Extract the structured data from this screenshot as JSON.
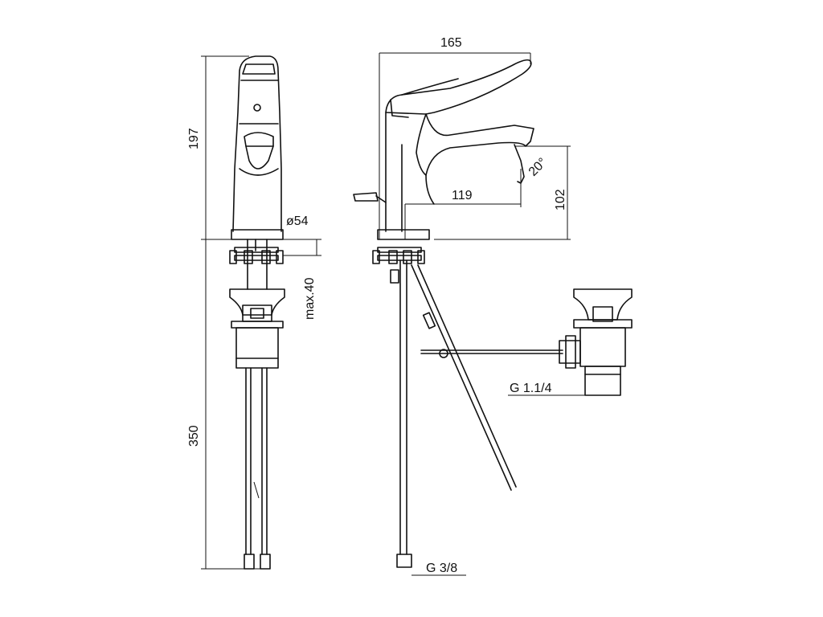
{
  "drawing": {
    "dimensions": {
      "width_165": "165",
      "height_197": "197",
      "diameter_54": "ø54",
      "max_40": "max.40",
      "length_350": "350",
      "spout_119": "119",
      "height_102": "102",
      "angle_20": "20°",
      "thread_g38": "G 3/8",
      "thread_g114": "G 1.1/4"
    }
  }
}
